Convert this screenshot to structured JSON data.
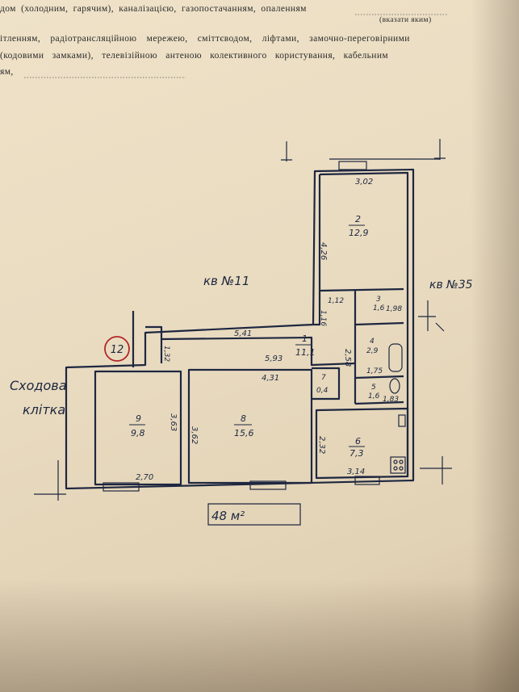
{
  "header": {
    "line1": "дом (холодним, гарячим), каналізацією, газопостачанням, опаленням",
    "hint": "(вказати яким)",
    "line2": "ітленням, радіотрансляційною мережею, сміттєводом, ліфтами, замочно-переговірними",
    "line3": "(кодовими замками), телевізійною антеною колективного користування, кабельним",
    "line4": "ям,"
  },
  "plan": {
    "neighbor_left": "кв №11",
    "neighbor_right": "кв №35",
    "stair_label_1": "Сходова",
    "stair_label_2": "клітка",
    "marker": "12",
    "rooms": [
      {
        "number": "2",
        "area": "12,9"
      },
      {
        "number": "1",
        "area": "11,1"
      },
      {
        "number": "8",
        "area": "15,6"
      },
      {
        "number": "9",
        "area": "9,8"
      },
      {
        "number": "6",
        "area": "7,3"
      },
      {
        "number": "7",
        "area": "0,4"
      },
      {
        "number": "3",
        "area": "1,6"
      },
      {
        "number": "4",
        "area": "2,9"
      },
      {
        "number": "5",
        "area": "1,6"
      }
    ],
    "dimensions": [
      "3,02",
      "4,26",
      "5,41",
      "5,93",
      "4,31",
      "3,62",
      "3,63",
      "2,70",
      "3,14",
      "2,32",
      "2,58",
      "1,12",
      "1,16",
      "1,32",
      "1,98",
      "1,75",
      "1,83"
    ],
    "total_area": "48 м²"
  },
  "colors": {
    "paper": "#ebdcc0",
    "ink": "#1e2740",
    "marker": "#b3262a"
  }
}
